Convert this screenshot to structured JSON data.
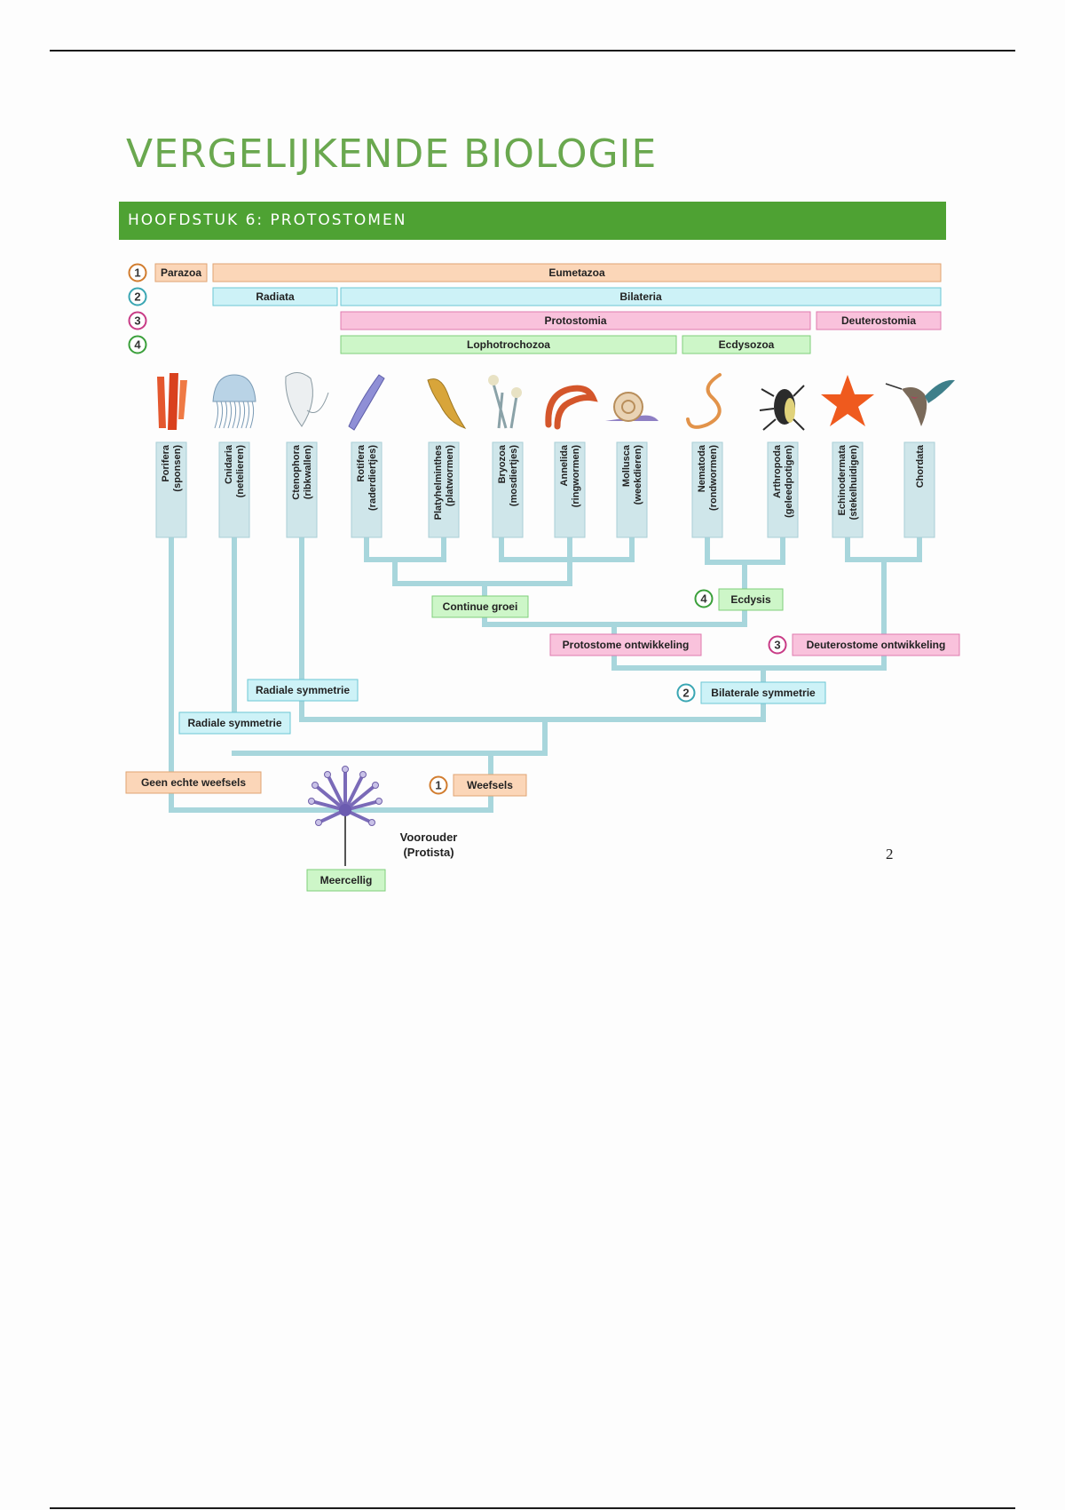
{
  "page": {
    "title": "VERGELIJKENDE BIOLOGIE",
    "chapter": "HOOFDSTUK 6: PROTOSTOMEN",
    "page_number": "2"
  },
  "colors": {
    "title_green": "#6aa84f",
    "bar_green": "#4ea233",
    "tan": "#fbd6b8",
    "cyan": "#cdf2f7",
    "pink": "#f9c2dc",
    "light_green": "#cdf6c8",
    "branch": "#a8d6dc",
    "column": "#cfe6ea"
  },
  "legend": {
    "markers": [
      "1",
      "2",
      "3",
      "4"
    ],
    "row1": [
      "Parazoa",
      "Eumetazoa"
    ],
    "row2": [
      "Radiata",
      "Bilateria"
    ],
    "row3": [
      "Protostomia",
      "Deuterostomia"
    ],
    "row4": [
      "Lophotrochozoa",
      "Ecdysozoa"
    ]
  },
  "taxa": [
    {
      "name": "Porifera",
      "common": "(sponsen)",
      "icon": "sponge-icon"
    },
    {
      "name": "Cnidaria",
      "common": "(netelieren)",
      "icon": "jellyfish-icon"
    },
    {
      "name": "Ctenophora",
      "common": "(ribkwallen)",
      "icon": "comb-jelly-icon"
    },
    {
      "name": "Rotifera",
      "common": "(raderdiertjes)",
      "icon": "rotifer-icon"
    },
    {
      "name": "Platyhelminthes",
      "common": "(platwormen)",
      "icon": "flatworm-icon"
    },
    {
      "name": "Bryozoa",
      "common": "(mosdiertjes)",
      "icon": "bryozoan-icon"
    },
    {
      "name": "Annelida",
      "common": "(ringwormen)",
      "icon": "earthworm-icon"
    },
    {
      "name": "Mollusca",
      "common": "(weekdieren)",
      "icon": "snail-icon"
    },
    {
      "name": "Nematoda",
      "common": "(rondwormen)",
      "icon": "roundworm-icon"
    },
    {
      "name": "Arthropoda",
      "common": "(geleedpotigen)",
      "icon": "beetle-icon"
    },
    {
      "name": "Echinodermata",
      "common": "(stekelhuidigen)",
      "icon": "starfish-icon"
    },
    {
      "name": "Chordata",
      "common": "",
      "icon": "hummingbird-icon"
    }
  ],
  "traits": {
    "continue_groei": "Continue groei",
    "ecdysis": "Ecdysis",
    "protostome": "Protostome ontwikkeling",
    "deuterostome": "Deuterostome ontwikkeling",
    "radiale_1": "Radiale symmetrie",
    "radiale_2": "Radiale symmetrie",
    "bilaterale": "Bilaterale symmetrie",
    "geen_weefsels": "Geen echte weefsels",
    "weefsels": "Weefsels",
    "meercellig": "Meercellig",
    "voorouder": "Voorouder",
    "protista": "(Protista)"
  }
}
